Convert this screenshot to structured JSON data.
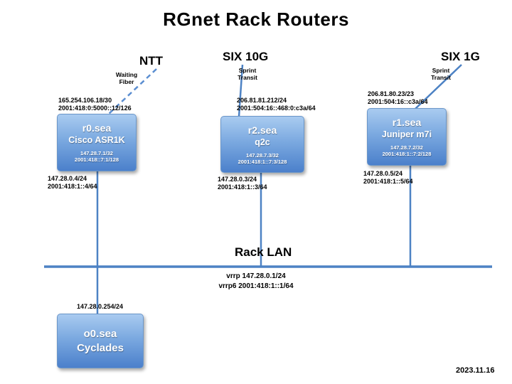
{
  "title": "RGnet Rack Routers",
  "date": "2023.11.16",
  "uplinks": {
    "ntt": {
      "label": "NTT",
      "note_line1": "Waiting",
      "note_line2": "Fiber"
    },
    "six10g": {
      "label": "SIX 10G",
      "note_line1": "Sprint",
      "note_line2": "Transit"
    },
    "six1g": {
      "label": "SIX 1G",
      "note_line1": "Sprint",
      "note_line2": "Transit"
    }
  },
  "routers": {
    "r0": {
      "name": "r0.sea",
      "model": "Cisco ASR1K",
      "loopback4": "147.28.7.1/32",
      "loopback6": "2001:418::7:1/128",
      "uplink4": "165.254.106.18/30",
      "uplink6": "2001:418:0:5000::12/126",
      "lan4": "147.28.0.4/24",
      "lan6": "2001:418:1::4/64"
    },
    "r2": {
      "name": "r2.sea",
      "model": "q2c",
      "loopback4": "147.28.7.3/32",
      "loopback6": "2001:418:1::7:3/128",
      "uplink4": "206.81.81.212/24",
      "uplink6": "2001:504:16::468:0:c3a/64",
      "lan4": "147.28.0.3/24",
      "lan6": "2001:418:1::3/64"
    },
    "r1": {
      "name": "r1.sea",
      "model": "Juniper m7i",
      "loopback4": "147.28.7.2/32",
      "loopback6": "2001:418:1::7:2/128",
      "uplink4": "206.81.80.23/23",
      "uplink6": "2001:504:16::c3a/64",
      "lan4": "147.28.0.5/24",
      "lan6": "2001:418:1::5/64"
    }
  },
  "console_server": {
    "name": "o0.sea",
    "model": "Cyclades",
    "lan4": "147.28.0.254/24"
  },
  "lan": {
    "label": "Rack LAN",
    "vrrp4": "vrrp 147.28.0.1/24",
    "vrrp6": "vrrp6 2001:418:1::1/64"
  }
}
